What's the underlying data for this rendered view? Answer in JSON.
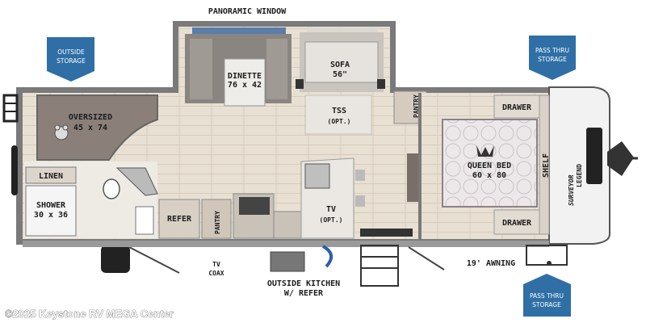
{
  "labels": {
    "panoramic_window": "PANORAMIC WINDOW",
    "outside_storage": [
      "OUTSIDE",
      "STORAGE"
    ],
    "pass_thru_top": [
      "PASS THRU",
      "STORAGE"
    ],
    "pass_thru_bottom": [
      "PASS THRU",
      "STORAGE"
    ],
    "dinette": [
      "DINETTE",
      "76 x 42"
    ],
    "sofa": [
      "SOFA",
      "56\""
    ],
    "oversized_bed": [
      "OVERSIZED",
      "45 x 74"
    ],
    "tss": [
      "TSS",
      "(OPT.)"
    ],
    "pantry_right": "PANTRY",
    "pantry_left": "PANTRY",
    "drawer_top": "DRAWER",
    "drawer_bottom": "DRAWER",
    "queen_bed": [
      "QUEEN BED",
      "60 x 80"
    ],
    "shelf": "SHELF",
    "linen": "LINEN",
    "shower": [
      "SHOWER",
      "30 x 36"
    ],
    "refer": "REFER",
    "tv": [
      "TV",
      "(OPT.)"
    ],
    "tv_coax": [
      "TV",
      "COAX"
    ],
    "outside_kitchen": [
      "OUTSIDE KITCHEN",
      "W/ REFER"
    ],
    "awning": "19' AWNING",
    "brand": [
      "SURVEYOR",
      "LEGEND"
    ],
    "watermark": "©2025 Keystone RV MEGA Center"
  },
  "colors": {
    "badge": "#2f6fa5",
    "floor": "#e6ddd0",
    "wall": "#6b6b6b",
    "carpet": "#8a7f79",
    "counter": "#c9c2b8"
  }
}
